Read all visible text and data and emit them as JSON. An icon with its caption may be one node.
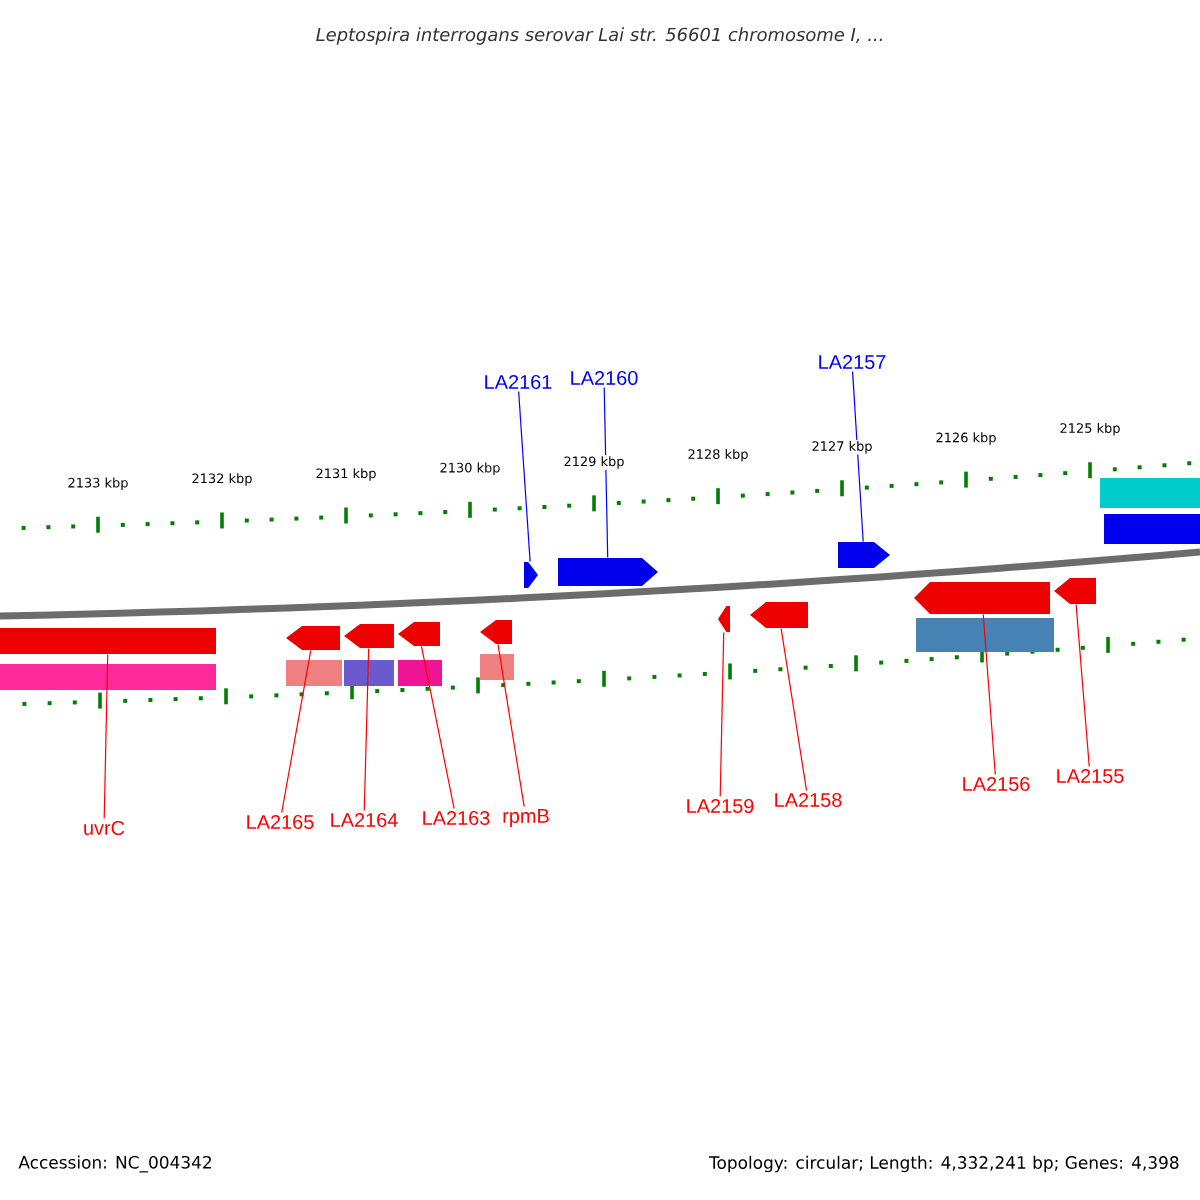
{
  "diagram": {
    "title": "Leptospira interrogans serovar Lai str. 56601 chromosome I, ...",
    "nodes": [
      {
        "text": [
          "LA2161"
        ]
      },
      {
        "text": [
          "LA2160"
        ]
      },
      {
        "text": [
          "LA2157"
        ]
      },
      {
        "text": [],
        "shape": "box"
      },
      {
        "text": [],
        "shape": "pentagon"
      },
      {
        "text": [],
        "shape": "pentagon"
      },
      {
        "text": [],
        "shape": "pentagon"
      },
      {
        "text": [],
        "shape": "pentagon"
      },
      {
        "text": [],
        "shape": "pentagon"
      },
      {
        "text": [],
        "shape": "pentagon"
      },
      {
        "text": [],
        "shape": "pentagon"
      },
      {
        "text": [],
        "shape": "pentagon"
      },
      {
        "text": [],
        "shape": "pentagon"
      },
      {
        "text": [],
        "shape": "pentagon"
      },
      {
        "text": [],
        "shape": "pentagon"
      },
      {
        "text": [
          "uvrC"
        ]
      },
      {
        "text": [
          "LA2165"
        ]
      },
      {
        "text": [
          "LA2164"
        ]
      },
      {
        "text": [
          "LA2163"
        ]
      },
      {
        "text": [
          "rpmB"
        ]
      },
      {
        "text": [
          "LA2159"
        ]
      },
      {
        "text": [
          "LA2158"
        ]
      },
      {
        "text": [
          "LA2156"
        ]
      },
      {
        "text": [
          "LA2155"
        ]
      }
    ],
    "edges": [
      {
        "from": 0,
        "to": 8,
        "arrow": "none",
        "color": "#0000ff"
      },
      {
        "from": 1,
        "to": 9,
        "arrow": "none",
        "color": "#0000ff"
      },
      {
        "from": 2,
        "to": 12,
        "arrow": "none",
        "color": "#0000ff"
      },
      {
        "from": 15,
        "to": 3,
        "arrow": "none"
      },
      {
        "from": 16,
        "to": 4,
        "arrow": "none"
      },
      {
        "from": 17,
        "to": 5,
        "arrow": "none"
      },
      {
        "from": 18,
        "to": 6,
        "arrow": "none"
      },
      {
        "from": 19,
        "to": 7,
        "arrow": "none"
      },
      {
        "from": 20,
        "to": 10,
        "arrow": "none"
      },
      {
        "from": 21,
        "to": 11,
        "arrow": "none"
      },
      {
        "from": 22,
        "to": 13,
        "arrow": "none"
      },
      {
        "from": 23,
        "to": 14,
        "arrow": "none"
      }
    ],
    "labels": [
      "2133 kbp",
      "2132 kbp",
      "2131 kbp",
      "2130 kbp",
      "2129 kbp",
      "2128 kbp",
      "2127 kbp",
      "2126 kbp",
      "2125 kbp",
      "Accession: NC_004342",
      "Topology: circular; Length: 4,332,241 bp; Genes: 4,398"
    ]
  }
}
